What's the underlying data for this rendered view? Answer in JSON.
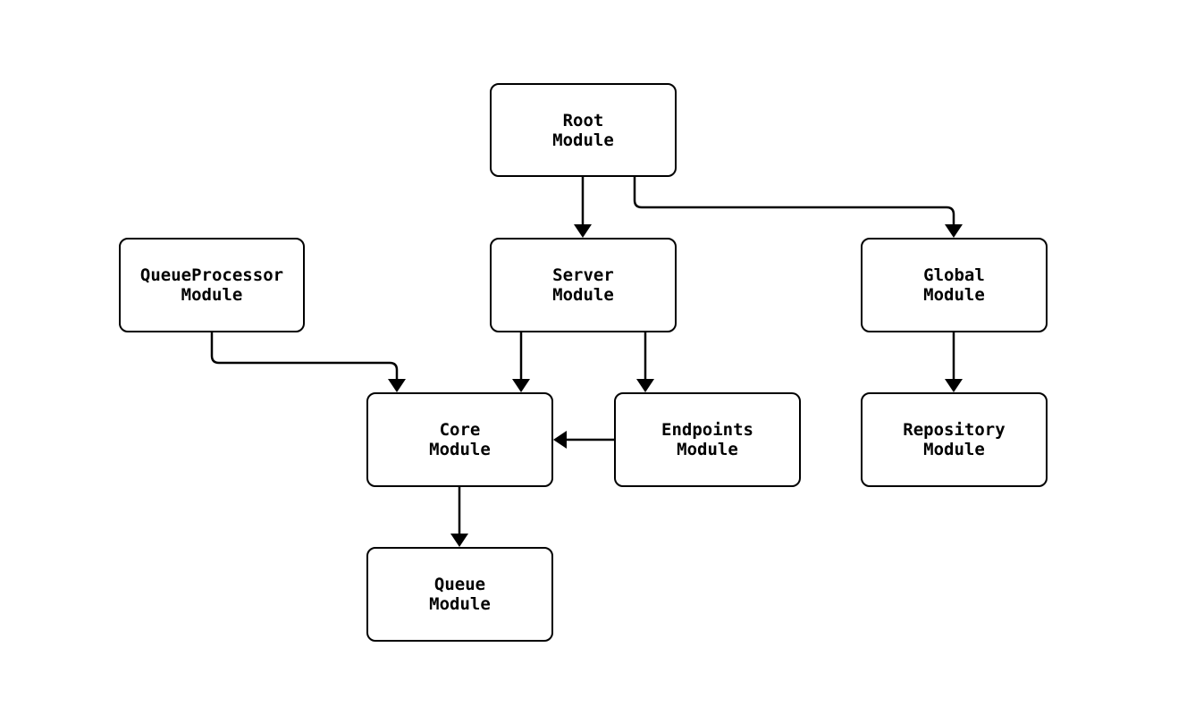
{
  "diagram": {
    "background_color": "#ffffff",
    "line_color": "#000000",
    "node_fill_color": "#ffffff",
    "node_border_color": "#000000",
    "text_color": "#000000",
    "nodes": {
      "root": {
        "label": "Root\nModule"
      },
      "queue_processor": {
        "label": "QueueProcessor\nModule"
      },
      "server": {
        "label": "Server\nModule"
      },
      "global": {
        "label": "Global\nModule"
      },
      "core": {
        "label": "Core\nModule"
      },
      "endpoints": {
        "label": "Endpoints\nModule"
      },
      "repository": {
        "label": "Repository\nModule"
      },
      "queue": {
        "label": "Queue\nModule"
      }
    },
    "edges": [
      {
        "from": "Root Module",
        "to": "Server Module"
      },
      {
        "from": "Root Module",
        "to": "Global Module"
      },
      {
        "from": "QueueProcessor Module",
        "to": "Core Module"
      },
      {
        "from": "Server Module",
        "to": "Core Module"
      },
      {
        "from": "Server Module",
        "to": "Endpoints Module"
      },
      {
        "from": "Endpoints Module",
        "to": "Core Module"
      },
      {
        "from": "Core Module",
        "to": "Queue Module"
      },
      {
        "from": "Global Module",
        "to": "Repository Module"
      }
    ]
  }
}
